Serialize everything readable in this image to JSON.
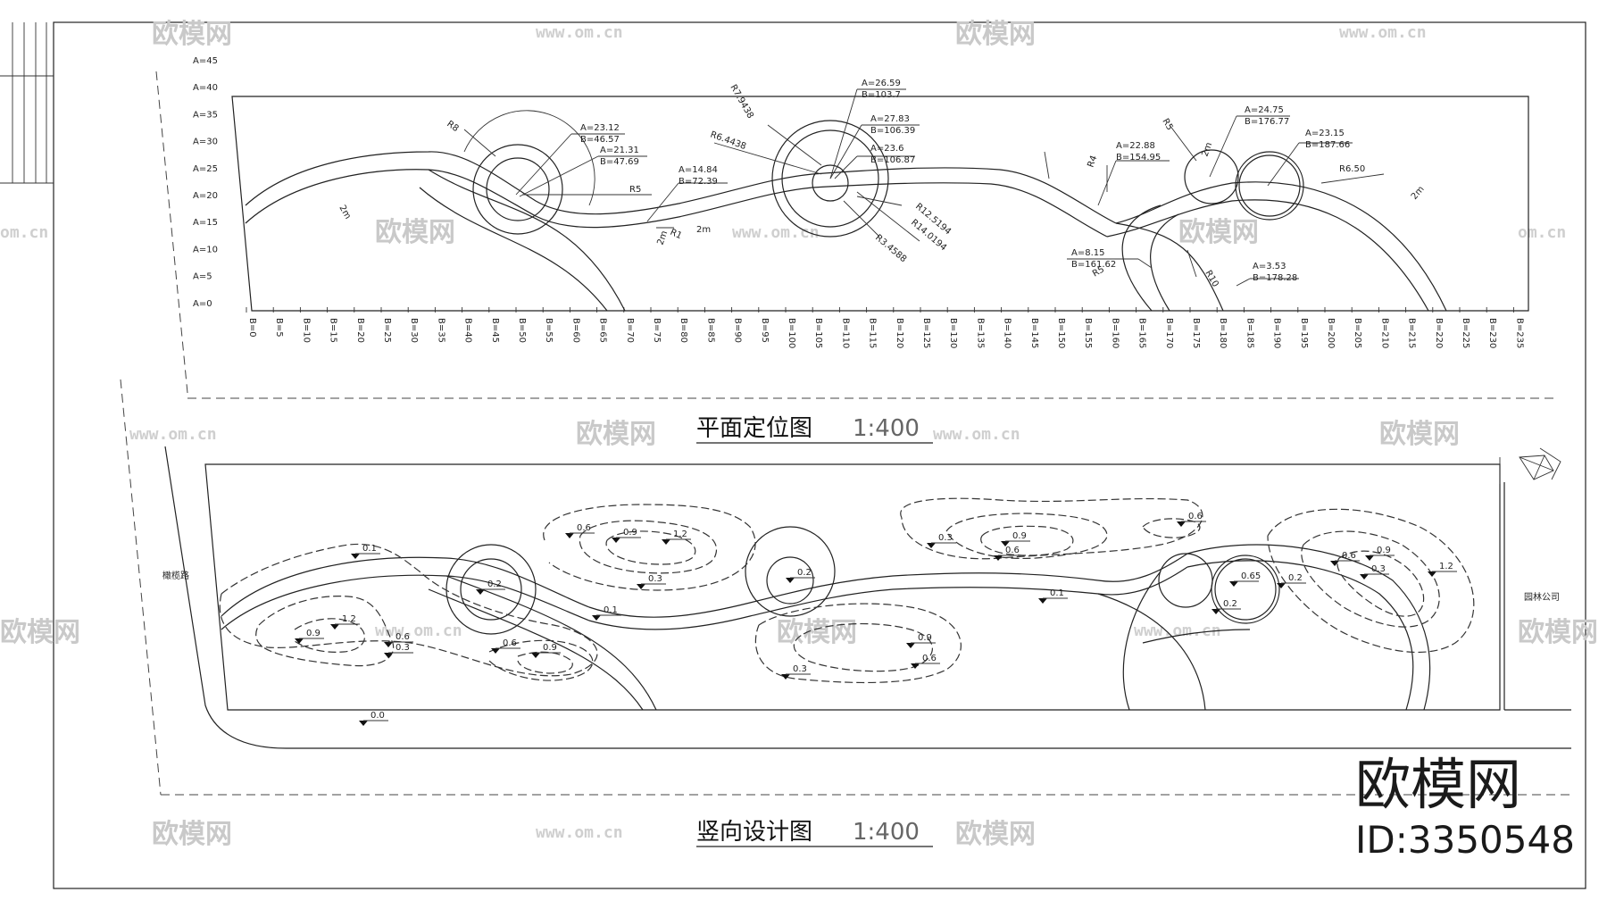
{
  "plan": {
    "title": "平面定位图",
    "scale": "1:400",
    "a_axis": [
      "A=45",
      "A=40",
      "A=35",
      "A=30",
      "A=25",
      "A=20",
      "A=15",
      "A=10",
      "A=5",
      "A=0"
    ],
    "b_axis": [
      "B=0",
      "B=5",
      "B=10",
      "B=15",
      "B=20",
      "B=25",
      "B=30",
      "B=35",
      "B=40",
      "B=45",
      "B=50",
      "B=55",
      "B=60",
      "B=65",
      "B=70",
      "B=75",
      "B=80",
      "B=85",
      "B=90",
      "B=95",
      "B=100",
      "B=105",
      "B=110",
      "B=115",
      "B=120",
      "B=125",
      "B=130",
      "B=135",
      "B=140",
      "B=145",
      "B=150",
      "B=155",
      "B=160",
      "B=165",
      "B=170",
      "B=175",
      "B=180",
      "B=185",
      "B=190",
      "B=195",
      "B=200",
      "B=205",
      "B=210",
      "B=215",
      "B=220",
      "B=225",
      "B=230",
      "B=235"
    ],
    "annotations": [
      "A=23.12",
      "B=46.57",
      "A=21.31",
      "B=47.69",
      "R8",
      "R5",
      "A=14.84",
      "B=72.39",
      "R1",
      "2m",
      "A=26.59",
      "B=103.7",
      "R7.9438",
      "R6.4438",
      "A=27.83",
      "B=106.39",
      "A=23.6",
      "B=106.87",
      "R12.5194",
      "R14.0194",
      "R3.4588",
      "A=22.88",
      "B=154.95",
      "R4",
      "R5",
      "A=24.75",
      "B=176.77",
      "A=23.15",
      "B=187.66",
      "R6.50",
      "A=8.15",
      "B=161.62",
      "R5",
      "R10",
      "A=3.53",
      "B=178.28",
      "2m",
      "2m",
      "2m",
      "2m"
    ]
  },
  "vertical": {
    "title": "竖向设计图",
    "scale": "1:400",
    "left_road": "橄榄路",
    "right_label": "园林公司",
    "spot_levels": [
      "0.1",
      "0.2",
      "0.9",
      "1.2",
      "0.6",
      "0.3",
      "0.6",
      "0.9",
      "0.6",
      "0.9",
      "1.2",
      "0.3",
      "0.1",
      "0.2",
      "0.9",
      "0.6",
      "0.3",
      "0.3",
      "0.9",
      "0.6",
      "0.6",
      "0.1",
      "0.65",
      "0.2",
      "0.2",
      "0.6",
      "0.9",
      "0.3",
      "1.2",
      "0.0"
    ]
  },
  "watermark": {
    "brand": "欧模网",
    "url": "www.om.cn",
    "url_short": "om.cn"
  },
  "brand_block": {
    "name": "欧模网",
    "id": "ID:3350548"
  }
}
